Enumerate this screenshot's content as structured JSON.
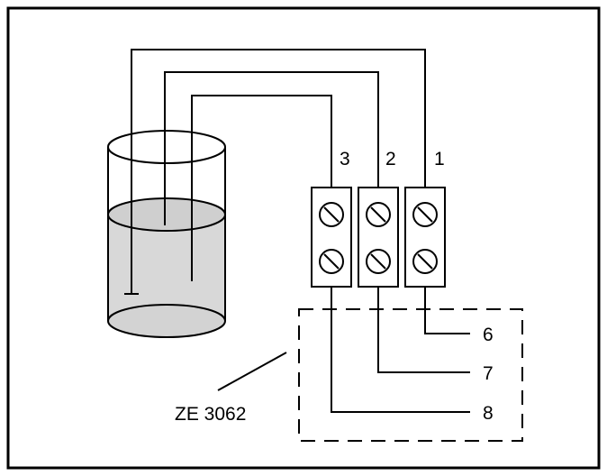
{
  "terminals": {
    "top_numbers": [
      "3",
      "2",
      "1"
    ]
  },
  "outputs": {
    "numbers": [
      "6",
      "7",
      "8"
    ]
  },
  "device_label": "ZE 3062"
}
